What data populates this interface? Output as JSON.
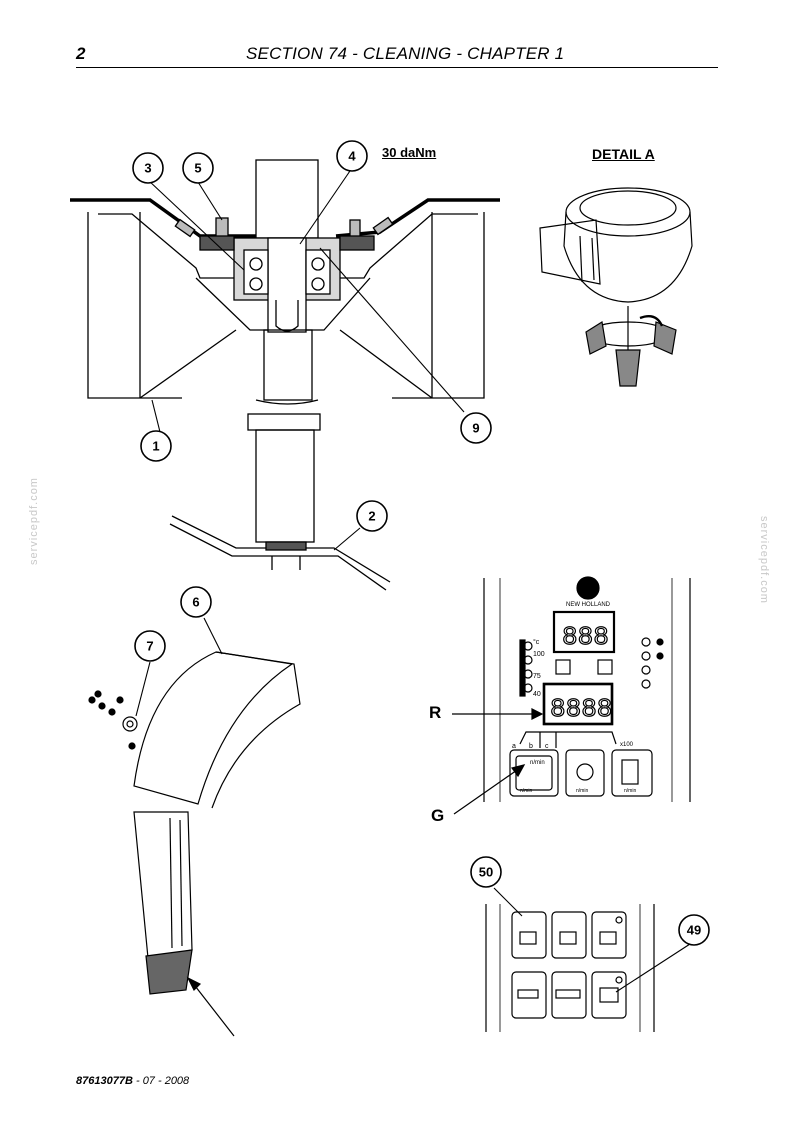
{
  "header": {
    "page_number": "2",
    "section_title": "SECTION 74 - CLEANING - CHAPTER 1"
  },
  "figures": {
    "torque_label": "30 daNm",
    "detail_label": "DETAIL A",
    "callouts": {
      "c1": "1",
      "c2": "2",
      "c3": "3",
      "c4": "4",
      "c5": "5",
      "c6": "6",
      "c7": "7",
      "c9": "9",
      "c49": "49",
      "c50": "50"
    },
    "letters": {
      "r": "R",
      "g": "G"
    },
    "panel": {
      "brand": "NEW HOLLAND",
      "temp_unit": "°c",
      "temp_100": "100",
      "temp_75": "75",
      "temp_40": "40",
      "sel_a": "a",
      "sel_b": "b",
      "sel_c": "c",
      "rpm_label": "n/min",
      "button_1_caption": "n/min",
      "button_2_caption": "n/min",
      "button_3_caption": "n/min",
      "range_label": "x100"
    }
  },
  "footer": {
    "code": "87613077B",
    "date": "07 - 2008"
  },
  "watermark": "servicepdf.com"
}
